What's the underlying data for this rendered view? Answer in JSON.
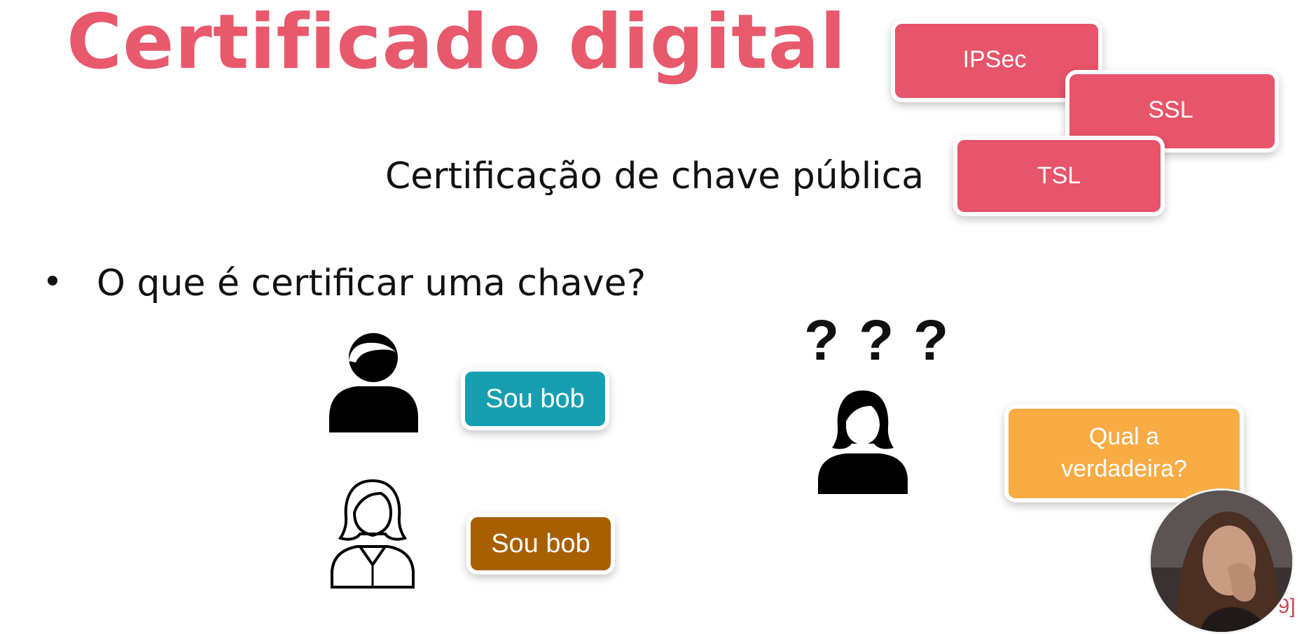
{
  "slide": {
    "title": "Certificado digital",
    "subtitle": "Certificação de chave pública",
    "bullet": "O que é certificar uma chave?",
    "page_number": "79]"
  },
  "protocols": [
    "IPSec",
    "SSL",
    "TSL"
  ],
  "speech": {
    "first": "Sou bob",
    "second": "Sou bob",
    "question_line1": "Qual a",
    "question_line2": "verdadeira?",
    "marks": "???"
  },
  "colors": {
    "title": "#e8596c",
    "protocol_box": "#e8546a",
    "speech_first": "#169fb1",
    "speech_second": "#a85f00",
    "question_box": "#f9ab44"
  },
  "icons": [
    "man-person-icon",
    "woman-outline-person-icon",
    "woman-person-icon"
  ]
}
